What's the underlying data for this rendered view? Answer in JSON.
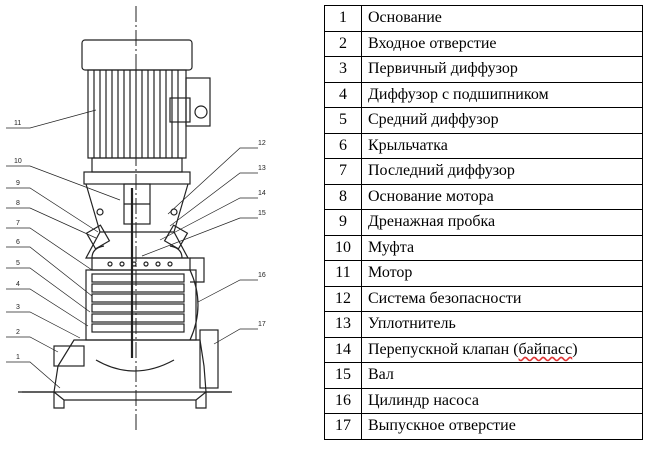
{
  "callouts": [
    "1",
    "2",
    "3",
    "4",
    "5",
    "6",
    "7",
    "8",
    "9",
    "10",
    "11",
    "12",
    "13",
    "14",
    "15",
    "16",
    "17"
  ],
  "legend": [
    {
      "num": "1",
      "label": "Основание"
    },
    {
      "num": "2",
      "label": "Входное отверстие"
    },
    {
      "num": "3",
      "label": "Первичный диффузор"
    },
    {
      "num": "4",
      "label": "Диффузор с подшипником"
    },
    {
      "num": "5",
      "label": "Средний диффузор"
    },
    {
      "num": "6",
      "label": "Крыльчатка"
    },
    {
      "num": "7",
      "label": "Последний диффузор"
    },
    {
      "num": "8",
      "label": "Основание мотора"
    },
    {
      "num": "9",
      "label": "Дренажная пробка"
    },
    {
      "num": "10",
      "label": "Муфта"
    },
    {
      "num": "11",
      "label": "Мотор"
    },
    {
      "num": "12",
      "label": "Система безопасности"
    },
    {
      "num": "13",
      "label": "Уплотнитель"
    },
    {
      "num": "14",
      "label": "Перепускной клапан (",
      "label_marked": "байпасс",
      "label_tail": ")"
    },
    {
      "num": "15",
      "label": "Вал"
    },
    {
      "num": "16",
      "label": "Цилиндр насоса"
    },
    {
      "num": "17",
      "label": "Выпускное отверстие"
    }
  ]
}
